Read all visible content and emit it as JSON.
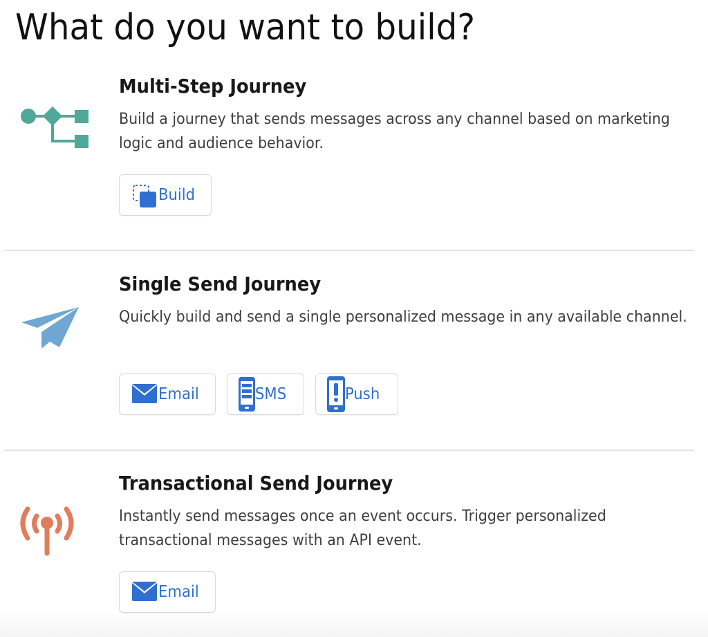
{
  "page": {
    "title": "What do you want to build?"
  },
  "sections": [
    {
      "title": "Multi-Step Journey",
      "description": "Build a journey that sends messages across any channel based on marketing logic and audience behavior.",
      "icon": "flow-diagram-icon",
      "icon_color": "#4fa89a",
      "buttons": [
        {
          "label": "Build",
          "icon": "build-icon"
        }
      ]
    },
    {
      "title": "Single Send Journey",
      "description": "Quickly build and send a single personalized message in any available channel.",
      "icon": "paper-plane-icon",
      "icon_color": "#6fa6d2",
      "buttons": [
        {
          "label": "Email",
          "icon": "email-icon"
        },
        {
          "label": "SMS",
          "icon": "sms-phone-icon"
        },
        {
          "label": "Push",
          "icon": "push-phone-icon"
        }
      ]
    },
    {
      "title": "Transactional Send Journey",
      "description": "Instantly send messages once an event occurs. Trigger personalized transactional messages with an API event.",
      "icon": "broadcast-antenna-icon",
      "icon_color": "#e07d5a",
      "buttons": [
        {
          "label": "Email",
          "icon": "email-icon"
        }
      ]
    }
  ],
  "colors": {
    "accent": "#2f6fd0",
    "divider": "#e3e3e3",
    "button_border": "#d9d9d9"
  }
}
